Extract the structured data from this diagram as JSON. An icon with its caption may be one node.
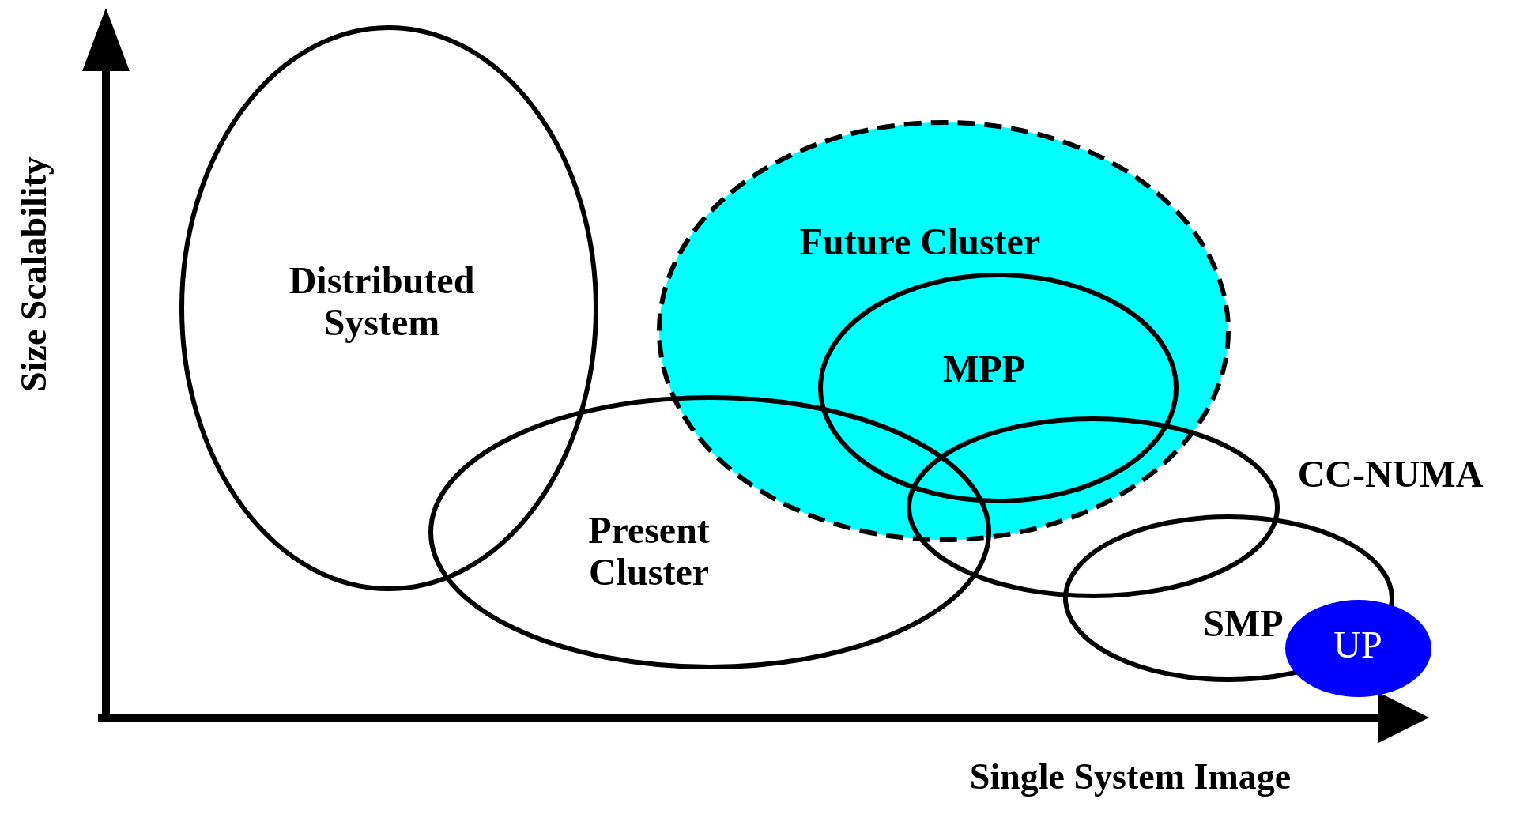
{
  "diagram": {
    "nodes": [
      {
        "text": [
          "Distributed System"
        ]
      },
      {
        "text": [
          "Future Cluster"
        ]
      },
      {
        "text": [
          "MPP"
        ],
        "in": 1
      },
      {
        "text": [
          "Present Cluster"
        ]
      },
      {
        "text": [
          "CC-NUMA"
        ]
      },
      {
        "text": [
          "SMP"
        ]
      },
      {
        "text": [
          "UP"
        ]
      }
    ],
    "edges": [],
    "labels": [
      "Size Scalability",
      "Single System Image"
    ]
  }
}
